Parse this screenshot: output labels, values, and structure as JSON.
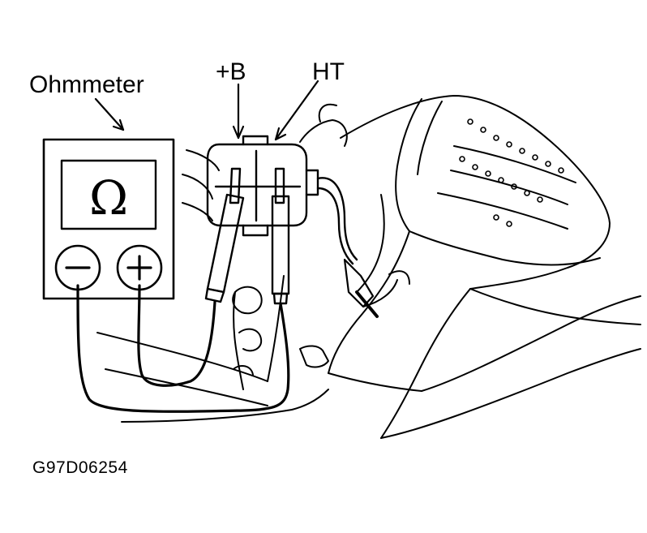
{
  "labels": {
    "ohmmeter": "Ohmmeter",
    "plus_b": "+B",
    "ht": "HT",
    "figure_code": "G97D06254"
  },
  "meter": {
    "display_symbol": "Ω",
    "negative_terminal": "−",
    "positive_terminal": "+"
  },
  "colors": {
    "ink": "#000000",
    "paper": "#ffffff"
  }
}
